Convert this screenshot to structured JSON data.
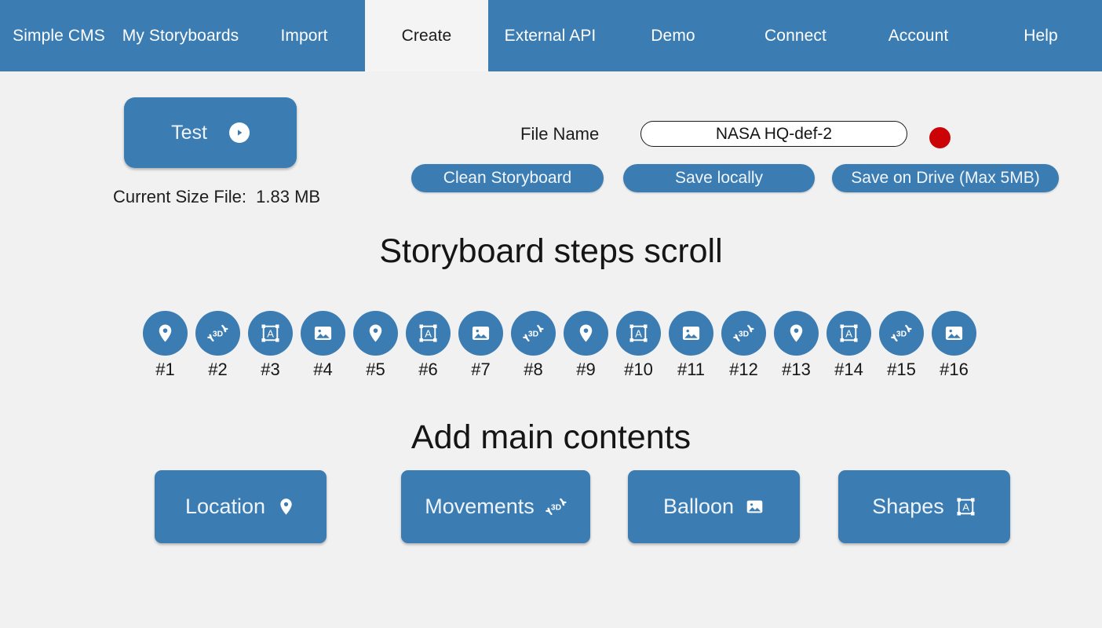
{
  "app": {
    "accent_blue": "#3b7cb3",
    "page_background": "#f1f1f1",
    "record_red": "#cc0306"
  },
  "navbar": {
    "tabs": [
      {
        "label": "Simple CMS",
        "active": false,
        "width": 150
      },
      {
        "label": "My Storyboards",
        "active": false,
        "width": 160
      },
      {
        "label": "Import",
        "active": false,
        "width": 155
      },
      {
        "label": "Create",
        "active": true,
        "width": 157
      },
      {
        "label": "External API",
        "active": false,
        "width": 158
      },
      {
        "label": "Demo",
        "active": false,
        "width": 155
      },
      {
        "label": "Connect",
        "active": false,
        "width": 157
      },
      {
        "label": "Account",
        "active": false,
        "width": 156
      },
      {
        "label": "Help",
        "active": false,
        "width": 156
      }
    ]
  },
  "toolbar": {
    "test_label": "Test",
    "test_icon": "play-icon",
    "size_text": "Current Size File:  1.83 MB",
    "filename_label": "File Name",
    "filename_value": "NASA HQ-def-2",
    "filename_placeholder": "File name",
    "record_indicator": "record-dot",
    "clean_label": "Clean Storyboard",
    "save_local_label": "Save locally",
    "save_drive_label": "Save on Drive (Max 5MB)"
  },
  "sections": {
    "steps_heading": "Storyboard steps scroll",
    "contents_heading": "Add main contents"
  },
  "steps": [
    {
      "label": "#1",
      "icon": "location-pin-icon"
    },
    {
      "label": "#2",
      "icon": "3d-rotate-icon"
    },
    {
      "label": "#3",
      "icon": "shapes-frame-icon"
    },
    {
      "label": "#4",
      "icon": "image-icon"
    },
    {
      "label": "#5",
      "icon": "location-pin-icon"
    },
    {
      "label": "#6",
      "icon": "shapes-frame-icon"
    },
    {
      "label": "#7",
      "icon": "image-icon"
    },
    {
      "label": "#8",
      "icon": "3d-rotate-icon"
    },
    {
      "label": "#9",
      "icon": "location-pin-icon"
    },
    {
      "label": "#10",
      "icon": "shapes-frame-icon"
    },
    {
      "label": "#11",
      "icon": "image-icon"
    },
    {
      "label": "#12",
      "icon": "3d-rotate-icon"
    },
    {
      "label": "#13",
      "icon": "location-pin-icon"
    },
    {
      "label": "#14",
      "icon": "shapes-frame-icon"
    },
    {
      "label": "#15",
      "icon": "3d-rotate-icon"
    },
    {
      "label": "#16",
      "icon": "image-icon"
    }
  ],
  "content_buttons": {
    "location_label": "Location",
    "location_icon": "location-pin-icon",
    "movements_label": "Movements",
    "movements_icon": "3d-rotate-icon",
    "balloon_label": "Balloon",
    "balloon_icon": "image-icon",
    "shapes_label": "Shapes",
    "shapes_icon": "shapes-frame-icon"
  }
}
